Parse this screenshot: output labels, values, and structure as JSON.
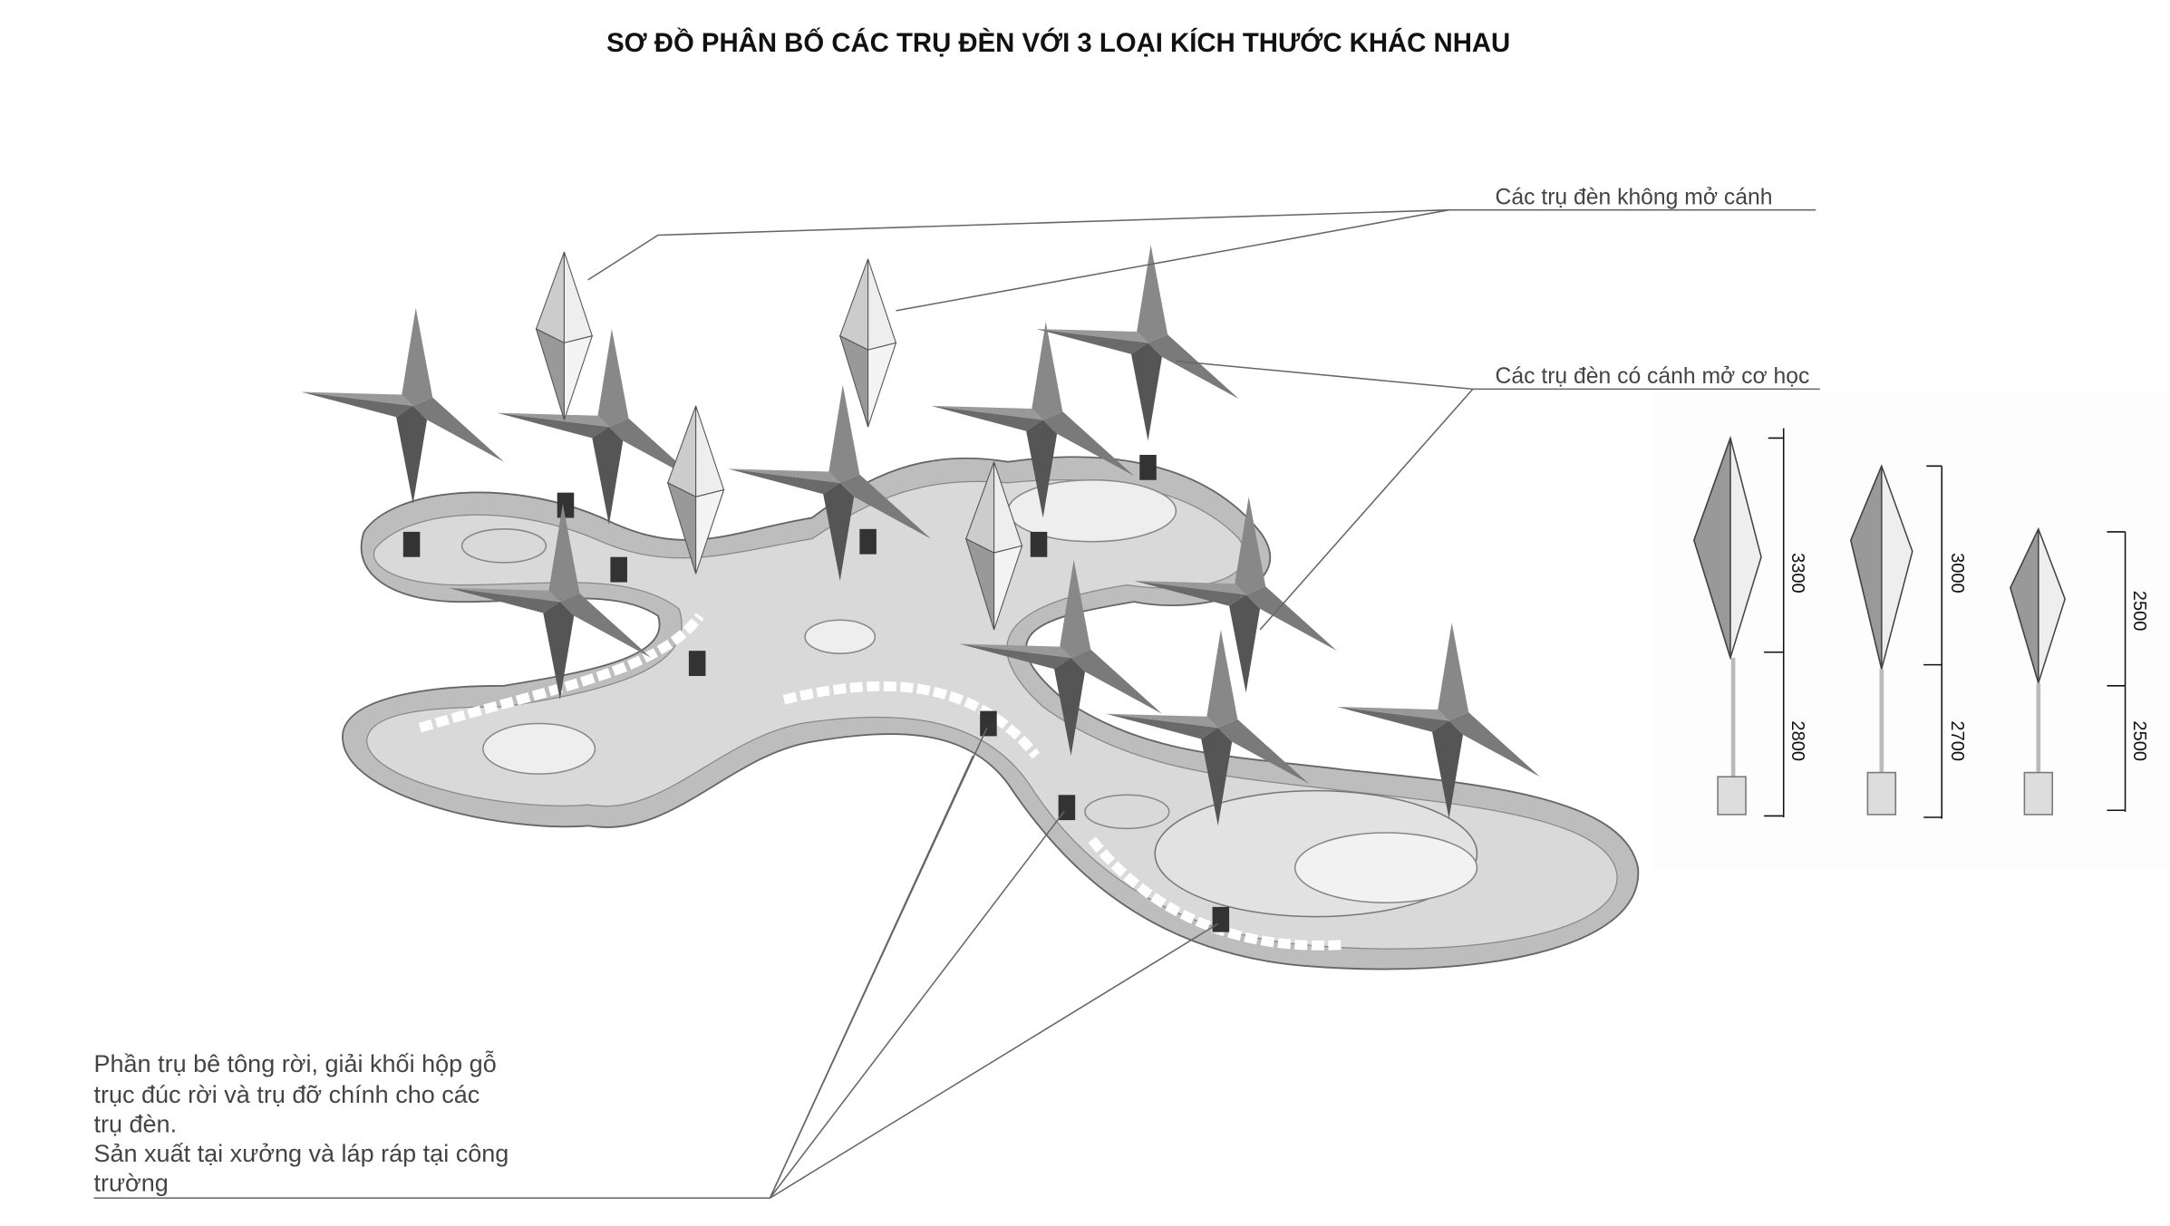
{
  "title": "SƠ ĐỒ PHÂN BỐ CÁC TRỤ ĐÈN VỚI 3 LOẠI KÍCH THƯỚC KHÁC NHAU",
  "labels": {
    "non_opening": "Các trụ đèn không mở cánh",
    "mechanical_opening": "Các trụ đèn có cánh mở cơ học"
  },
  "note_lines": [
    "Phần trụ bê tông rời, giải khối hộp gỗ",
    "trục đúc rời và trụ đỡ chính cho các",
    "trụ đèn.",
    "Sản xuất tại xưởng và láp ráp tại công",
    "trường"
  ],
  "dimensions": [
    {
      "lamp": "3300",
      "pole": "2800"
    },
    {
      "lamp": "3000",
      "pole": "2700"
    },
    {
      "lamp": "2500",
      "pole": "2500"
    }
  ]
}
